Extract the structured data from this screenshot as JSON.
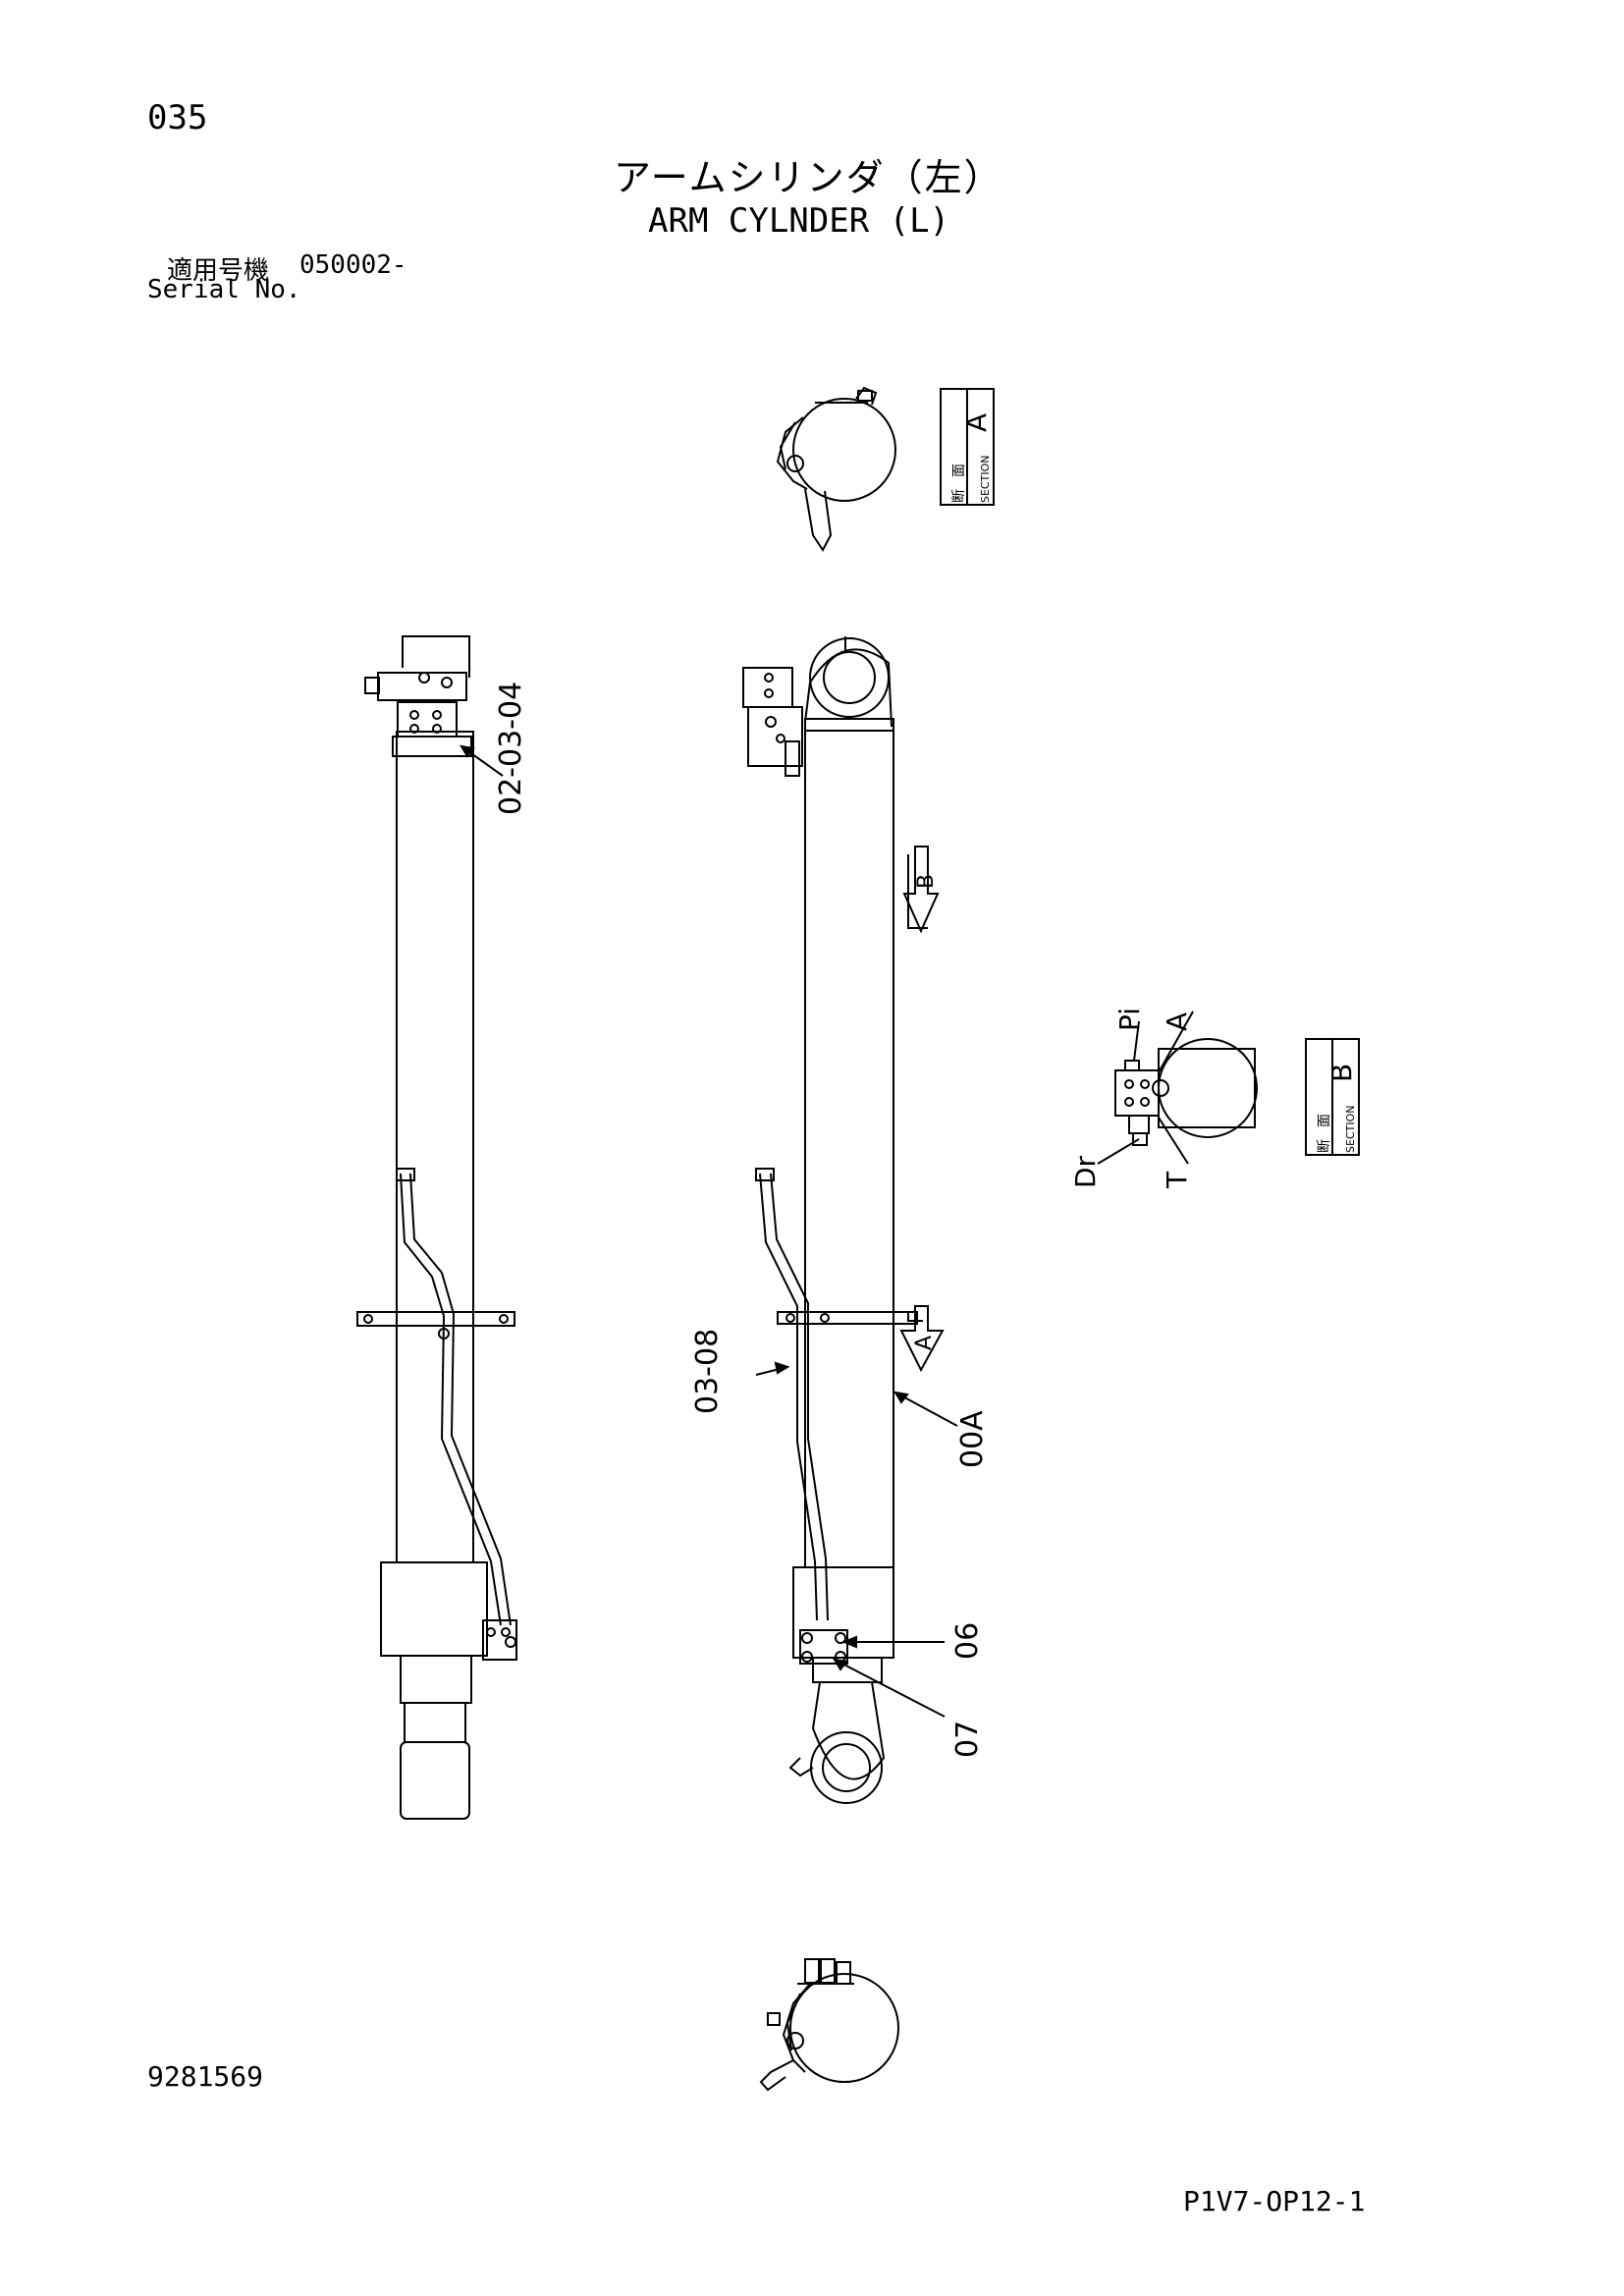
{
  "header": {
    "page_number": "035",
    "title_jp": "アームシリンダ（左）",
    "title_en": "ARM CYLNDER (L)",
    "serial_label_jp": "適用号機",
    "serial_value": "050002-",
    "serial_label_en": "Serial No."
  },
  "section_boxes": {
    "a": {
      "jp_top": "断",
      "jp_bottom": "面",
      "en": "SECTION",
      "letter": "A"
    },
    "b": {
      "jp_top": "断",
      "jp_bottom": "面",
      "en": "SECTION",
      "letter": "B"
    }
  },
  "view_arrows": {
    "b": "B",
    "a": "A"
  },
  "part_callouts": {
    "c_02_03_04": "02-03-04",
    "c_03_08": "03-08",
    "c_00a": "00A",
    "c_06": "06",
    "c_07": "07"
  },
  "port_labels": {
    "pi": "Pi",
    "a": "A",
    "dr": "Dr",
    "t": "T"
  },
  "footer": {
    "drawing_number": "9281569",
    "page_code": "P1V7-OP12-1"
  }
}
